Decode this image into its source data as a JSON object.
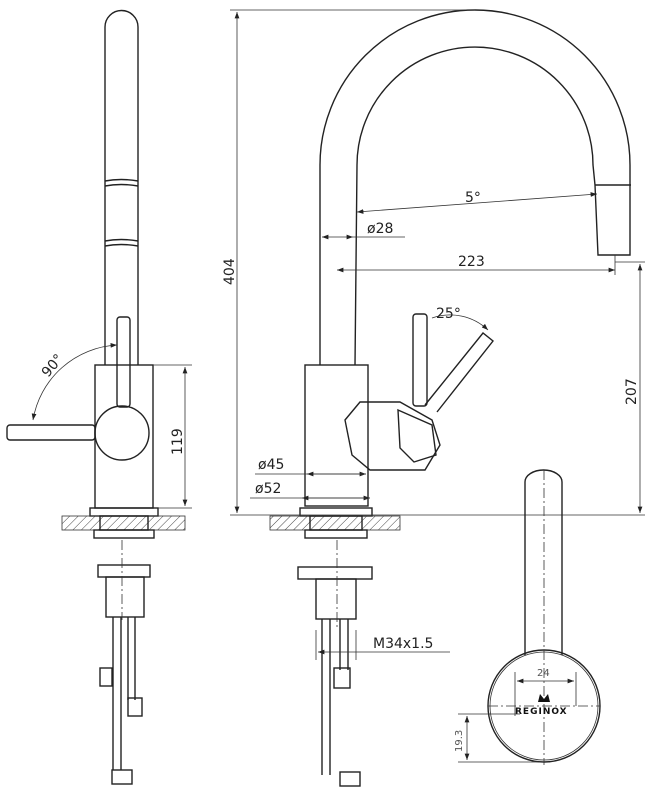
{
  "dimensions": {
    "height_total": "404",
    "body_height": "119",
    "handle_rotation": "90°",
    "spout_angle": "5°",
    "spout_diameter": "ø28",
    "reach": "223",
    "spout_clearance": "207",
    "lever_angle": "25°",
    "body_diameter": "ø45",
    "base_diameter": "ø52",
    "thread": "M34x1.5",
    "lever_width": "24",
    "lever_offset": "19.3"
  },
  "logo_text": "REGINOX"
}
